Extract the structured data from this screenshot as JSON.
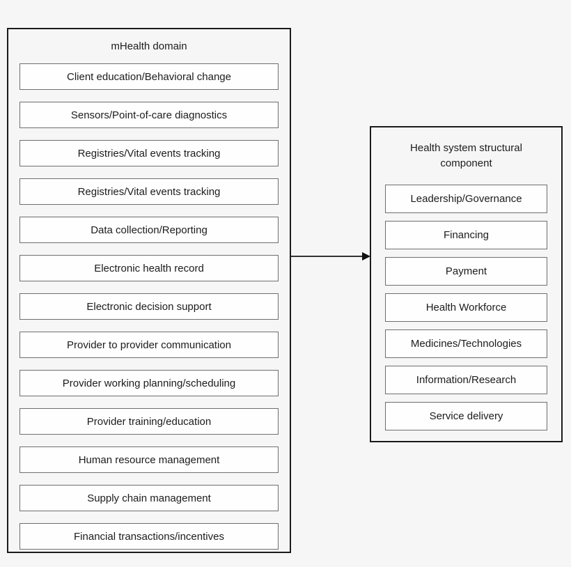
{
  "diagram": {
    "left_panel": {
      "title": "mHealth domain",
      "items": [
        "Client education/Behavioral change",
        "Sensors/Point-of-care diagnostics",
        "Registries/Vital events tracking",
        "Registries/Vital events tracking",
        "Data collection/Reporting",
        "Electronic health record",
        "Electronic decision support",
        "Provider to provider communication",
        "Provider working planning/scheduling",
        "Provider training/education",
        "Human resource management",
        "Supply chain management",
        "Financial transactions/incentives"
      ]
    },
    "right_panel": {
      "title": "Health system structural component",
      "items": [
        "Leadership/Governance",
        "Financing",
        "Payment",
        "Health Workforce",
        "Medicines/Technologies",
        "Information/Research",
        "Service delivery"
      ]
    },
    "connector": {
      "type": "arrow",
      "from": "mHealth domain",
      "to": "Health system structural component",
      "direction": "left-to-right"
    },
    "colors": {
      "background": "#f5f6f5",
      "outer_box_border": "#1b1b1b",
      "item_border": "#6e6e6e",
      "item_fill": "#fefefe",
      "text": "#1c1c1c",
      "arrow": "#111111"
    }
  }
}
